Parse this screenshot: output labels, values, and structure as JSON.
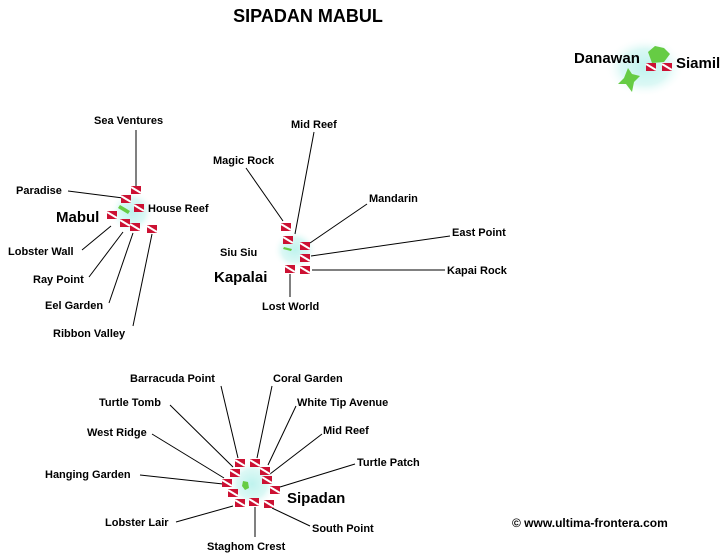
{
  "title": "SIPADAN MABUL",
  "copyright": "© www.ultima-frontera.com",
  "colors": {
    "island": "#66cc44",
    "reef_glow": "#ccf5f0",
    "dive_flag": "#cc1133"
  },
  "icons": {
    "dive_site": "dive-flag-icon"
  },
  "mabul": {
    "name": "Mabul",
    "sites": [
      "Sea Ventures",
      "Paradise",
      "House Reef",
      "Lobster Wall",
      "Ray Point",
      "Eel Garden",
      "Ribbon Valley"
    ]
  },
  "kapalai": {
    "name": "Kapalai",
    "sites": [
      "Mid Reef",
      "Magic Rock",
      "Mandarin",
      "Siu Siu",
      "East Point",
      "Kapai Rock",
      "Lost World"
    ]
  },
  "sipadan": {
    "name": "Sipadan",
    "sites": [
      "Barracuda Point",
      "Coral Garden",
      "Turtle Tomb",
      "White Tip Avenue",
      "West Ridge",
      "Mid Reef",
      "Turtle Patch",
      "Hanging Garden",
      "Lobster Lair",
      "South Point",
      "Staghom Crest"
    ]
  },
  "others": {
    "danawan": "Danawan",
    "siamil": "Siamil"
  }
}
